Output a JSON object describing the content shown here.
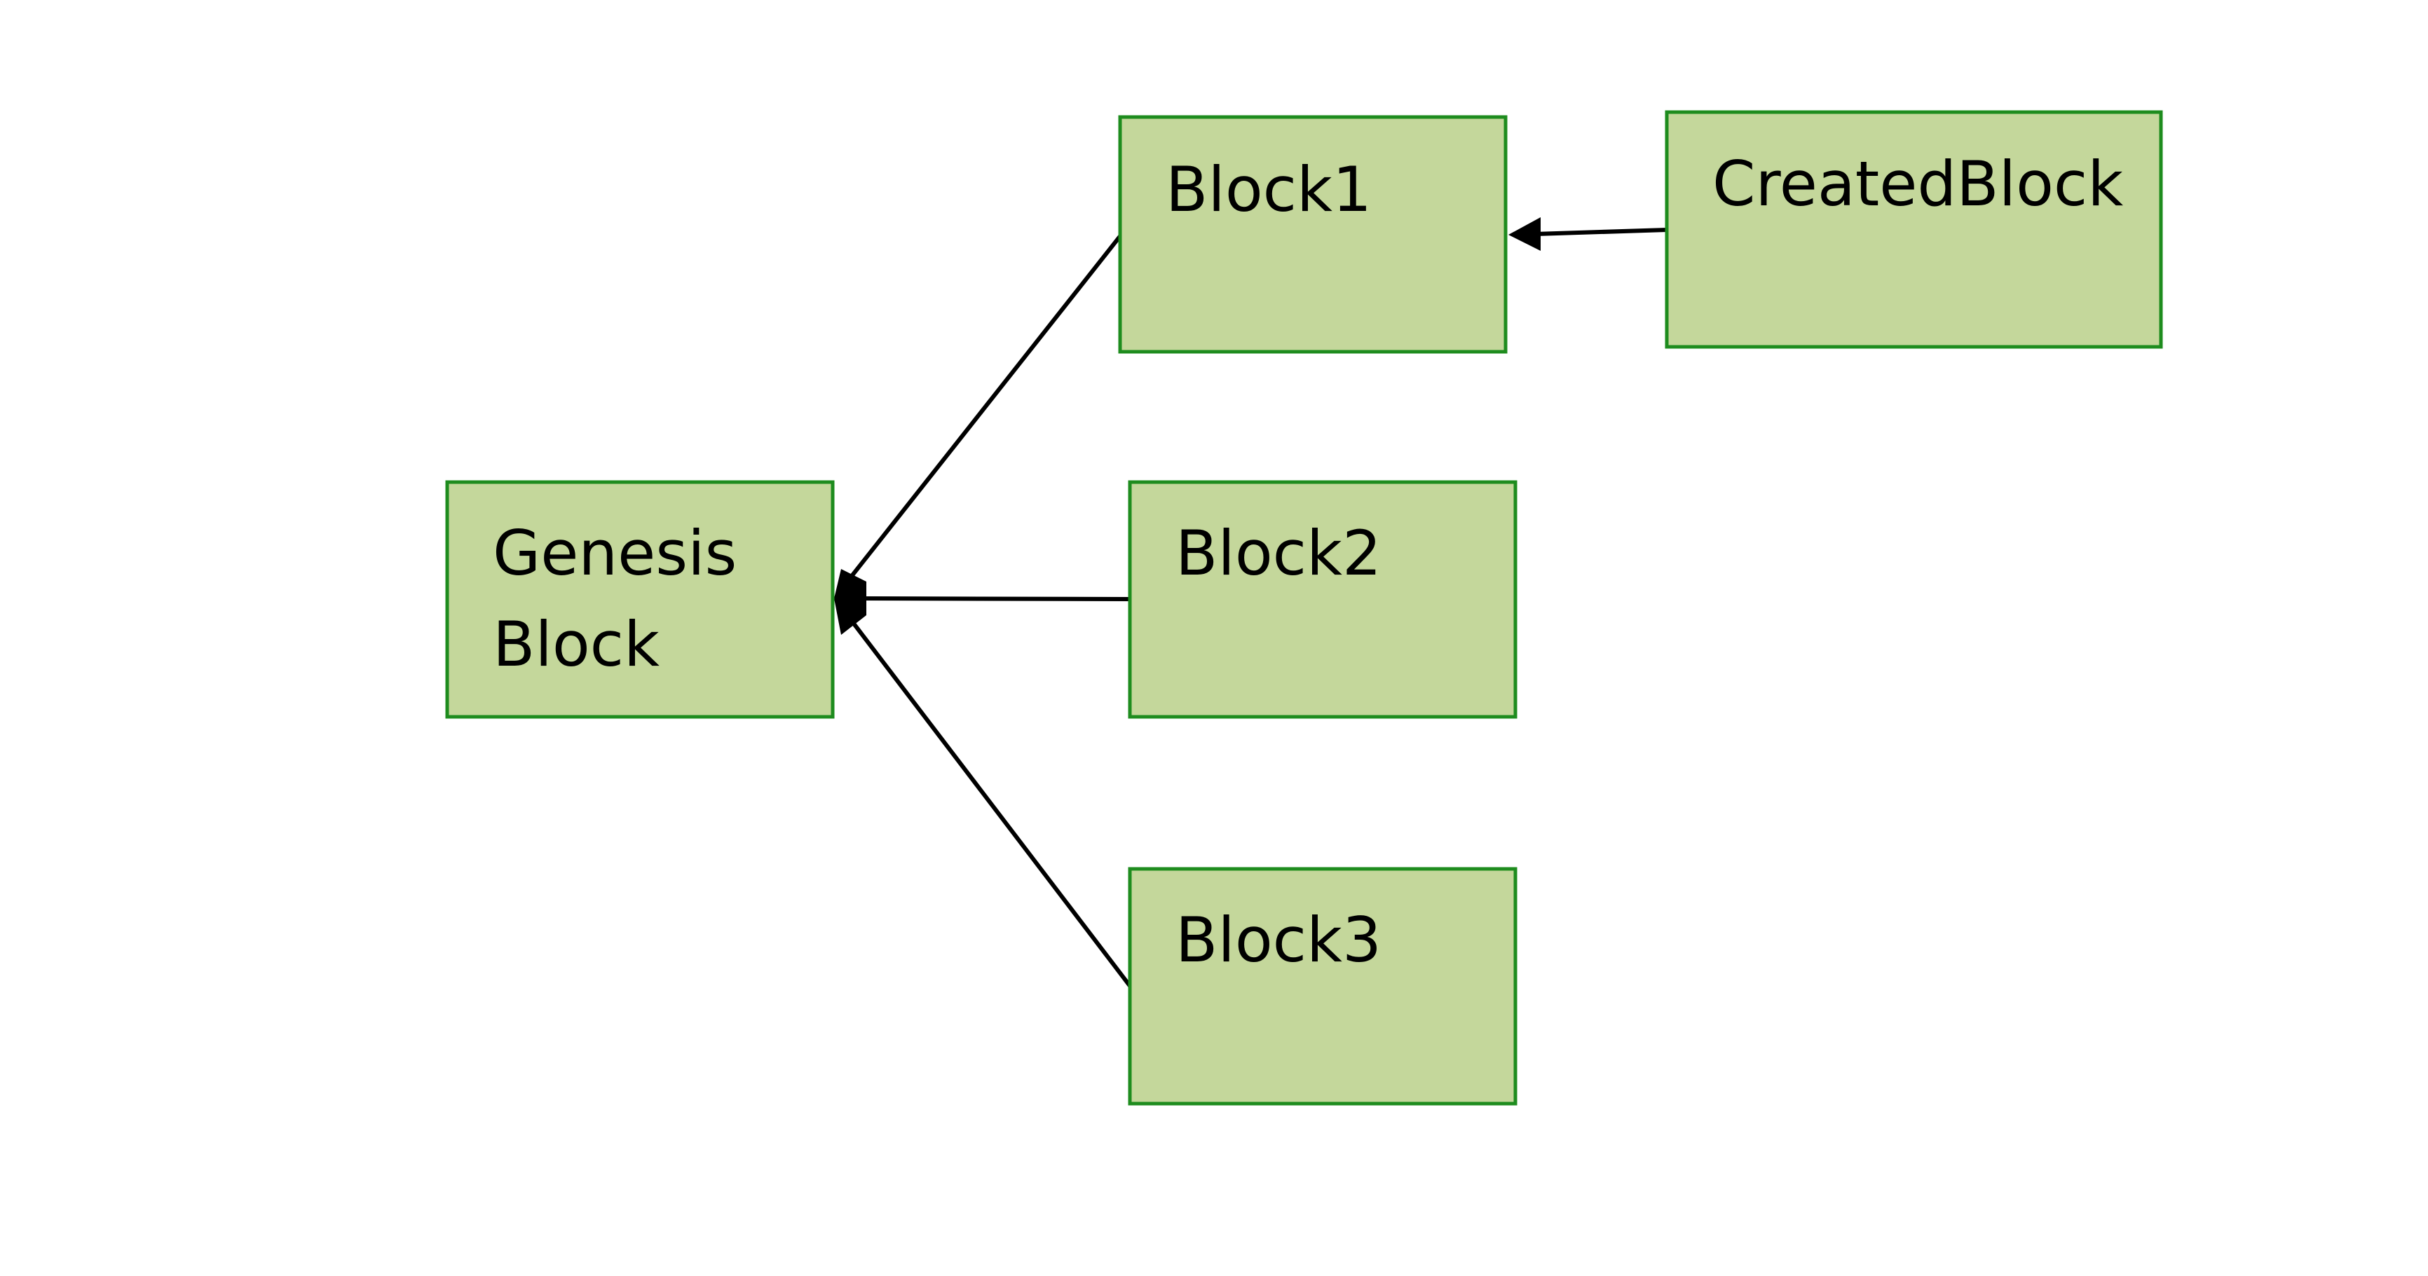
{
  "diagram": {
    "nodes": {
      "genesis": {
        "line1": "Genesis",
        "line2": "Block"
      },
      "block1": {
        "label": "Block1"
      },
      "block2": {
        "label": "Block2"
      },
      "block3": {
        "label": "Block3"
      },
      "created": {
        "label": "CreatedBlock"
      }
    },
    "edges": [
      {
        "from": "block1",
        "to": "genesis"
      },
      {
        "from": "block2",
        "to": "genesis"
      },
      {
        "from": "block3",
        "to": "genesis"
      },
      {
        "from": "created",
        "to": "block1"
      }
    ],
    "colors": {
      "node_fill": "#c4d79b",
      "node_border": "#1e8c1e",
      "edge": "#000000"
    }
  }
}
